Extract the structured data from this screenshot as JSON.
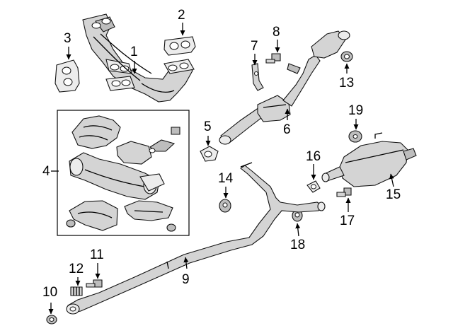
{
  "callouts": [
    {
      "id": "1",
      "text": "1"
    },
    {
      "id": "2",
      "text": "2"
    },
    {
      "id": "3",
      "text": "3"
    },
    {
      "id": "4",
      "text": "4"
    },
    {
      "id": "5",
      "text": "5"
    },
    {
      "id": "6",
      "text": "6"
    },
    {
      "id": "7",
      "text": "7"
    },
    {
      "id": "8",
      "text": "8"
    },
    {
      "id": "9",
      "text": "9"
    },
    {
      "id": "10",
      "text": "10"
    },
    {
      "id": "11",
      "text": "11"
    },
    {
      "id": "12",
      "text": "12"
    },
    {
      "id": "13",
      "text": "13"
    },
    {
      "id": "14",
      "text": "14"
    },
    {
      "id": "15",
      "text": "15"
    },
    {
      "id": "16",
      "text": "16"
    },
    {
      "id": "17",
      "text": "17"
    },
    {
      "id": "18",
      "text": "18"
    },
    {
      "id": "19",
      "text": "19"
    }
  ],
  "colors": {
    "line": "#000000",
    "part_fill": "#d4d4d4",
    "background": "#ffffff"
  }
}
